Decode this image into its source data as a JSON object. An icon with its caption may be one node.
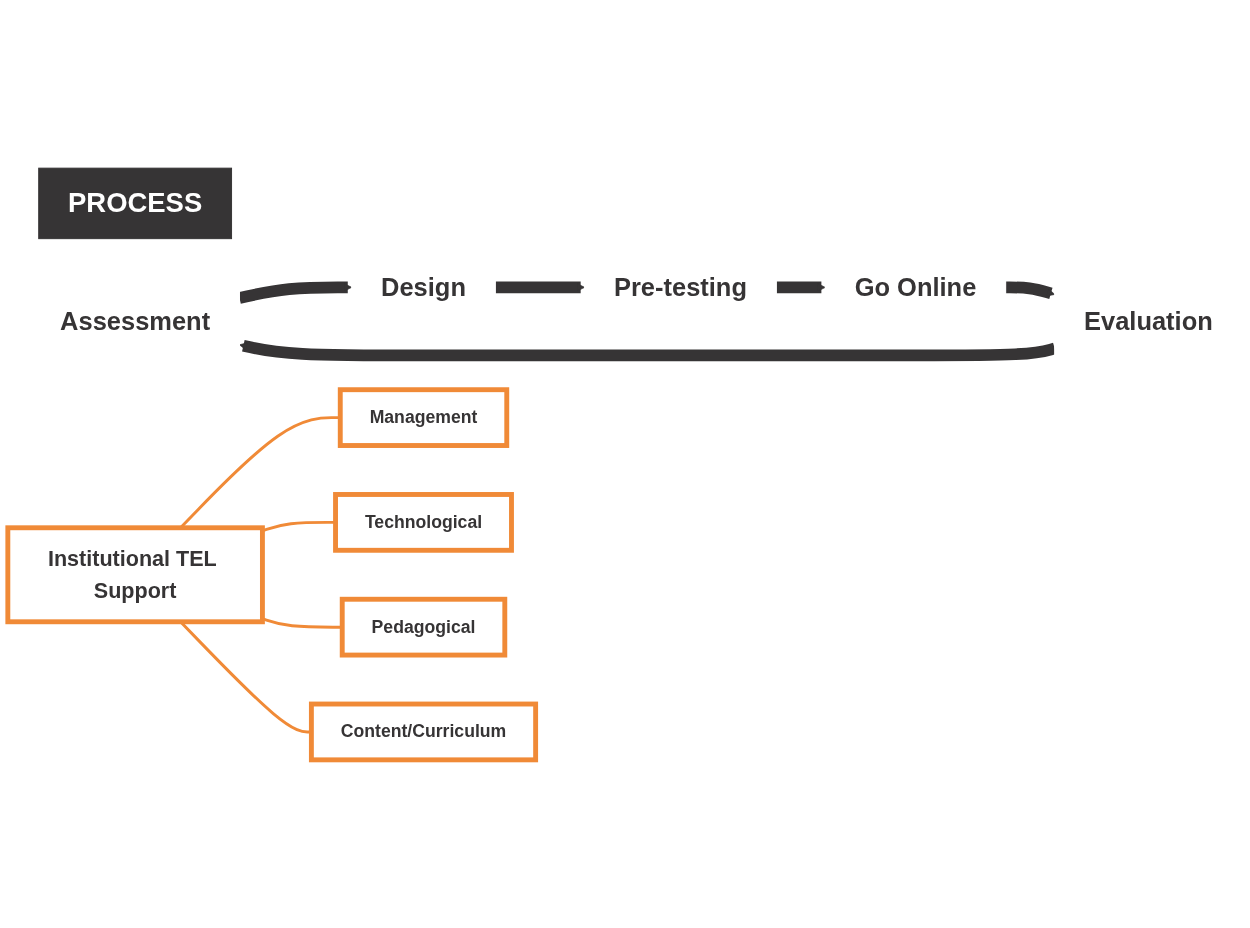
{
  "diagram": {
    "nodes": [
      {
        "text": [
          "PROCESS"
        ]
      },
      {
        "text": [
          "Assessment"
        ]
      },
      {
        "text": [
          "Design"
        ]
      },
      {
        "text": [
          "Pre-testing"
        ]
      },
      {
        "text": [
          "Go Online"
        ]
      },
      {
        "text": [
          "Evaluation"
        ]
      },
      {
        "text": [
          "Institutional TEL Support"
        ]
      },
      {
        "text": [
          "Management"
        ]
      },
      {
        "text": [
          "Technological"
        ]
      },
      {
        "text": [
          "Pedagogical"
        ]
      },
      {
        "text": [
          "Content/Curriculum"
        ]
      }
    ],
    "edges": [
      {
        "from": 1,
        "to": 2,
        "arrow": "to"
      },
      {
        "from": 2,
        "to": 3,
        "arrow": "to"
      },
      {
        "from": 3,
        "to": 4,
        "arrow": "to"
      },
      {
        "from": 4,
        "to": 5,
        "arrow": "to"
      },
      {
        "from": 5,
        "to": 1,
        "arrow": "to"
      },
      {
        "from": 6,
        "to": 7,
        "arrow": "none",
        "color": "#f08a37"
      },
      {
        "from": 6,
        "to": 8,
        "arrow": "none",
        "color": "#f08a37"
      },
      {
        "from": 6,
        "to": 9,
        "arrow": "none",
        "color": "#f08a37"
      },
      {
        "from": 6,
        "to": 10,
        "arrow": "none",
        "color": "#f08a37"
      }
    ]
  }
}
